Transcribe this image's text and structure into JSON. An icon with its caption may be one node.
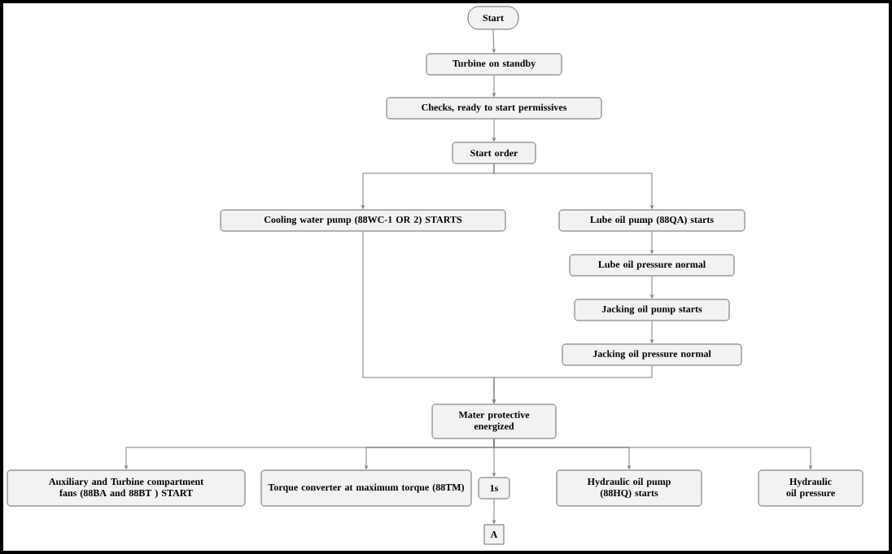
{
  "diagram": {
    "nodes": [
      {
        "text": [
          "Start"
        ]
      },
      {
        "text": [
          "Turbine on standby"
        ]
      },
      {
        "text": [
          "Checks, ready to start permissives"
        ]
      },
      {
        "text": [
          "Start order"
        ]
      },
      {
        "text": [
          "Cooling water pump (88WC-1 OR 2) STARTS"
        ]
      },
      {
        "text": [
          "Lube oil pump (88QA) starts"
        ]
      },
      {
        "text": [
          "Lube oil pressure normal"
        ]
      },
      {
        "text": [
          "Jacking oil pump starts"
        ]
      },
      {
        "text": [
          "Jacking oil pressure normal"
        ]
      },
      {
        "text": [
          "Mater protective energized"
        ]
      },
      {
        "text": [
          "Auxiliary and Turbine compartment fans (88BA and 88BT ) START"
        ]
      },
      {
        "text": [
          "Torque converter at maximum torque (88TM)"
        ]
      },
      {
        "text": [
          "1s"
        ]
      },
      {
        "text": [
          "Hydraulic oil pump (88HQ) starts"
        ]
      },
      {
        "text": [
          "Hydraulic oil pressure"
        ]
      },
      {
        "text": [
          "A"
        ]
      }
    ],
    "edges": [
      {
        "from": 0,
        "to": 1,
        "arrow": "to"
      },
      {
        "from": 1,
        "to": 2,
        "arrow": "to"
      },
      {
        "from": 2,
        "to": 3,
        "arrow": "to"
      },
      {
        "from": 3,
        "to": 4,
        "arrow": "to"
      },
      {
        "from": 3,
        "to": 5,
        "arrow": "to"
      },
      {
        "from": 5,
        "to": 6,
        "arrow": "to"
      },
      {
        "from": 6,
        "to": 7,
        "arrow": "to"
      },
      {
        "from": 7,
        "to": 8,
        "arrow": "to"
      },
      {
        "from": 4,
        "to": 9,
        "arrow": "to"
      },
      {
        "from": 8,
        "to": 9,
        "arrow": "to"
      },
      {
        "from": 9,
        "to": 10,
        "arrow": "to"
      },
      {
        "from": 9,
        "to": 11,
        "arrow": "to"
      },
      {
        "from": 9,
        "to": 12,
        "arrow": "to"
      },
      {
        "from": 9,
        "to": 13,
        "arrow": "to"
      },
      {
        "from": 9,
        "to": 14,
        "arrow": "to"
      },
      {
        "from": 12,
        "to": 15,
        "arrow": "to"
      }
    ]
  }
}
